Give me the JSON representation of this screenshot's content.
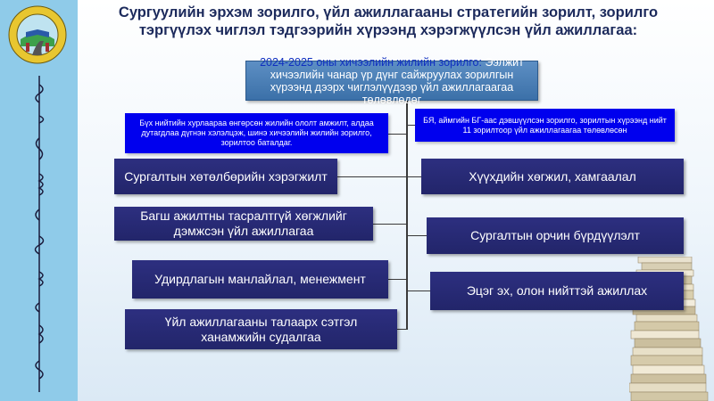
{
  "title": "Сургуулийн эрхэм зорилго, үйл ажиллагааны стратегийн зорилт, зорилго тэргүүлэх чиглэл тэдгээрийн хүрээнд хэрэгжүүлсэн үйл ажиллагаа:",
  "top_box": {
    "highlight": "2024-2025 оны хичээлийн  жилийн  зорилго:",
    "text": " Ээлжит хичээлийн  чанар үр дүнг сайжруулах зорилгын хүрээнд дээрх чиглэлүүдээр үйл ажиллагаагаа төлөвлөдөг"
  },
  "info_left": "Бүх нийтийн хурлаараа өнгөрсөн жилийн ололт амжилт, алдаа дутагдлаа дүгнэн хэлэлцэж, шинэ хичээлийн жилийн зорилго, зорилтоо баталдаг.",
  "info_right": "БЯ, аймгийн БГ-аас дэвшүүлсэн зорилго, зорилтын хүрээнд нийт 11 зорилтоор үйл ажиллагаагаа төлөвлөсөн",
  "left_items": [
    "Сургалтын хөтөлбөрийн хэрэгжилт",
    "Багш ажилтны тасралтгүй хөгжлийг дэмжсэн үйл ажиллагаа",
    "Удирдлагын манлайлал, менежмент",
    "Үйл ажиллагааны талаарх сэтгэл ханамжийн судалгаа"
  ],
  "right_items": [
    "Хүүхдийн хөгжил, хамгаалал",
    "Сургалтын орчин бүрдүүлэлт",
    "Эцэг эх, олон нийттэй ажиллах"
  ],
  "colors": {
    "navy": "#2d2f80",
    "bright_blue": "#0000ee",
    "sidebar": "#8fcbe9"
  }
}
